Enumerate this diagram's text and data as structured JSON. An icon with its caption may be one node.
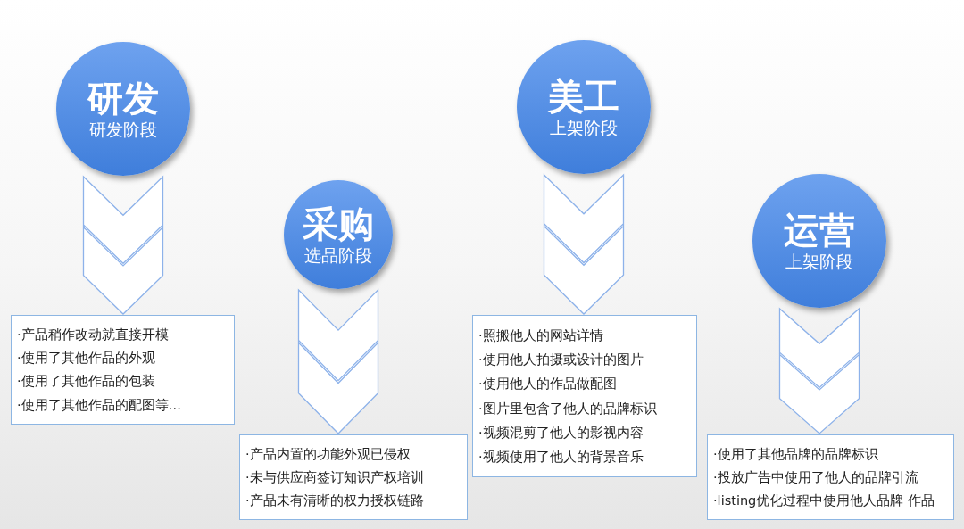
{
  "diagram": {
    "nodes": [
      {
        "text": [
          "研发",
          "研发阶段"
        ]
      },
      {
        "text": [
          "采购",
          "选品阶段"
        ]
      },
      {
        "text": [
          "美工",
          "上架阶段"
        ]
      },
      {
        "text": [
          "运营",
          "上架阶段"
        ]
      },
      {
        "text": [
          "·产品稍作改动就直接开模",
          "·使用了其他作品的外观",
          "·使用了其他作品的包装",
          "·使用了其他作品的配图等…"
        ]
      },
      {
        "text": [
          "·产品内置的功能外观已侵权",
          "·未与供应商签订知识产权培训",
          "·产品未有清晰的权力授权链路"
        ]
      },
      {
        "text": [
          "·照搬他人的网站详情",
          "·使用他人拍摄或设计的图片",
          "·使用他人的作品做配图",
          "·图片里包含了他人的品牌标识",
          "·视频混剪了他人的影视内容",
          "·视频使用了他人的背景音乐"
        ]
      },
      {
        "text": [
          "·使用了其他品牌的品牌标识",
          "·投放广告中使用了他人的品牌引流",
          "·listing优化过程中使用他人品牌 作品"
        ]
      }
    ],
    "edges": [
      {
        "from": 0,
        "to": 4,
        "arrow": "to"
      },
      {
        "from": 1,
        "to": 5,
        "arrow": "to"
      },
      {
        "from": 2,
        "to": 6,
        "arrow": "to"
      },
      {
        "from": 3,
        "to": 7,
        "arrow": "to"
      }
    ]
  }
}
